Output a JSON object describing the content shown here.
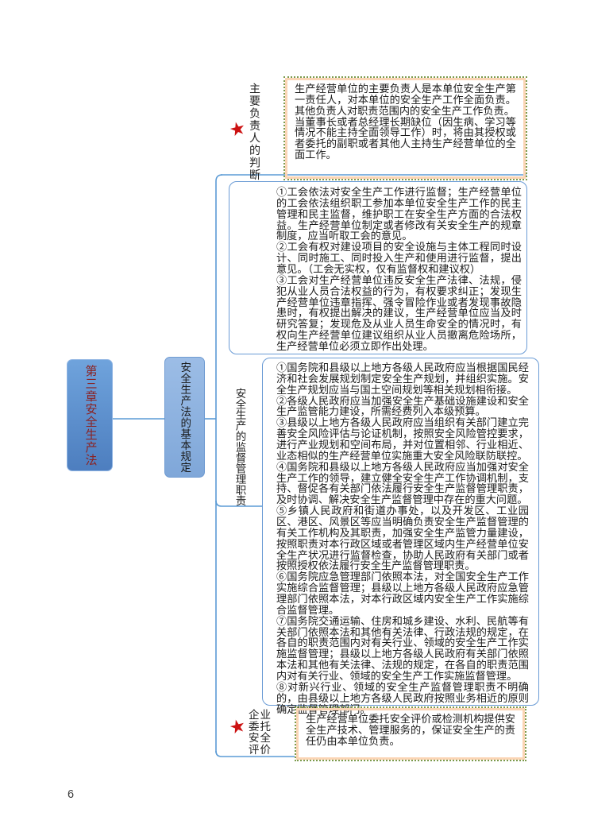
{
  "page_number": "6",
  "icons": {
    "star": "★"
  },
  "colors": {
    "connector_blue": "#5b9bd5",
    "root_box_fill": "#4d7ebf",
    "category_box_fill": "#8db3e2",
    "root_text_red": "#8b2222",
    "dashed_border_green": "#7c9a4c",
    "dashed_inner_peach": "#fbd5b5",
    "star_red": "#cc1111"
  },
  "root": {
    "label": "第三章安全生产法"
  },
  "category": {
    "label": "安全生产法的基本规定"
  },
  "branch_main_leader": {
    "label": "主要负责人的判断",
    "note": [
      "生产经营单位的主要负责人是本单位安全生产第一责任人，对本单位的安全生产工作全面负责。其他负责人对职责范围内的安全生产工作负责。",
      "当董事长或者总经理长期缺位（因生病、学习等情况不能主持全面领导工作）时，将由其授权或者委托的副职或者其他人主持生产经营单位的全面工作。"
    ]
  },
  "branch_union": {
    "items": [
      "①工会依法对安全生产工作进行监督；生产经营单位的工会依法组织职工参加本单位安全生产工作的民主管理和民主监督，维护职工在安全生产方面的合法权益。生产经营单位制定或者修改有关安全生产的规章制度，应当听取工会的意见。",
      "②工会有权对建设项目的安全设施与主体工程同时设计、同时施工、同时投入生产和使用进行监督，提出意见。（工会无实权，仅有监督权和建议权）",
      "③工会对生产经营单位违反安全生产法律、法规，侵犯从业人员合法权益的行为，有权要求纠正；发现生产经营单位违章指挥、强令冒险作业或者发现事故隐患时，有权提出解决的建议，生产经营单位应当及时研究答复；发现危及从业人员生命安全的情况时，有权向生产经营单位建议组织从业人员撤离危险场所，生产经营单位必须立即作出处理。"
    ]
  },
  "branch_supervision": {
    "label": "安全生产的监督管理职责",
    "items": [
      "①国务院和县级以上地方各级人民政府应当根据国民经济和社会发展规划制定安全生产规划，并组织实施。安全生产规划应当与国土空间规划等相关规划相衔接。",
      "②各级人民政府应当加强安全生产基础设施建设和安全生产监管能力建设，所需经费列入本级预算。",
      "③县级以上地方各级人民政府应当组织有关部门建立完善安全风险评估与论证机制，按照安全风险管控要求，进行产业规划和空间布局，并对位置相邻、行业相近、业态相似的生产经营单位实施重大安全风险联防联控。",
      "④国务院和县级以上地方各级人民政府应当加强对安全生产工作的领导，建立健全安全生产工作协调机制，支持、督促各有关部门依法履行安全生产监督管理职责，及时协调、解决安全生产监督管理中存在的重大问题。",
      "⑤乡镇人民政府和街道办事处，以及开发区、工业园区、港区、风景区等应当明确负责安全生产监督管理的有关工作机构及其职责，加强安全生产监管力量建设，按照职责对本行政区域或者管理区域内生产经营单位安全生产状况进行监督检查，协助人民政府有关部门或者按照授权依法履行安全生产监督管理职责。",
      "⑥国务院应急管理部门依照本法，对全国安全生产工作实施综合监督管理；县级以上地方各级人民政府应急管理部门依照本法，对本行政区域内安全生产工作实施综合监督管理。",
      "⑦国务院交通运输、住房和城乡建设、水利、民航等有关部门依照本法和其他有关法律、行政法规的规定，在各自的职责范围内对有关行业、领域的安全生产工作实施监督管理；县级以上地方各级人民政府有关部门依照本法和其他有关法律、法规的规定，在各自的职责范围内对有关行业、领域的安全生产工作实施监督管理。",
      "⑧对新兴行业、领域的安全生产监督管理职责不明确的，由县级以上地方各级人民政府按照业务相近的原则确定监督管理部门。"
    ]
  },
  "branch_evaluation": {
    "label": "企业委托安全评价",
    "note": [
      "生产经营单位委托安全评价或检测机构提供安全生产技术、管理服务的，保证安全生产的责任仍由本单位负责。"
    ]
  }
}
